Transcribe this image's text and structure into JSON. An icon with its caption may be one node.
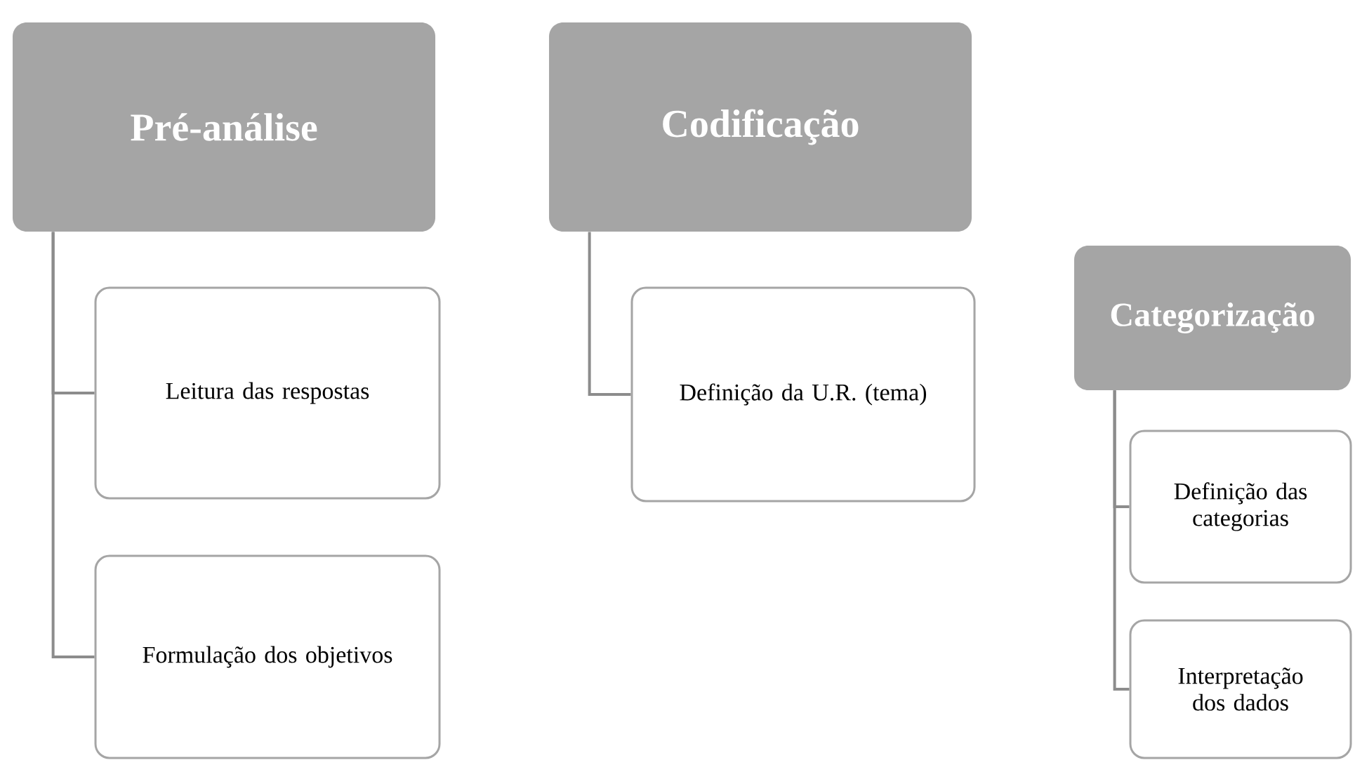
{
  "diagram": {
    "nodes": [
      {
        "text": [
          "Pré-análise"
        ]
      },
      {
        "text": [
          "Leitura das respostas"
        ]
      },
      {
        "text": [
          "Formulação dos objetivos"
        ]
      },
      {
        "text": [
          "Codificação"
        ]
      },
      {
        "text": [
          "Definição da U.R. (tema)"
        ]
      },
      {
        "text": [
          "Categorização"
        ]
      },
      {
        "text": [
          "Definição das categorias"
        ]
      },
      {
        "text": [
          "Interpretação dos dados"
        ]
      }
    ],
    "edges": [
      {
        "from": 0,
        "to": 1,
        "arrow": "none"
      },
      {
        "from": 0,
        "to": 2,
        "arrow": "none"
      },
      {
        "from": 3,
        "to": 4,
        "arrow": "none"
      },
      {
        "from": 5,
        "to": 6,
        "arrow": "none"
      },
      {
        "from": 5,
        "to": 7,
        "arrow": "none"
      }
    ]
  }
}
